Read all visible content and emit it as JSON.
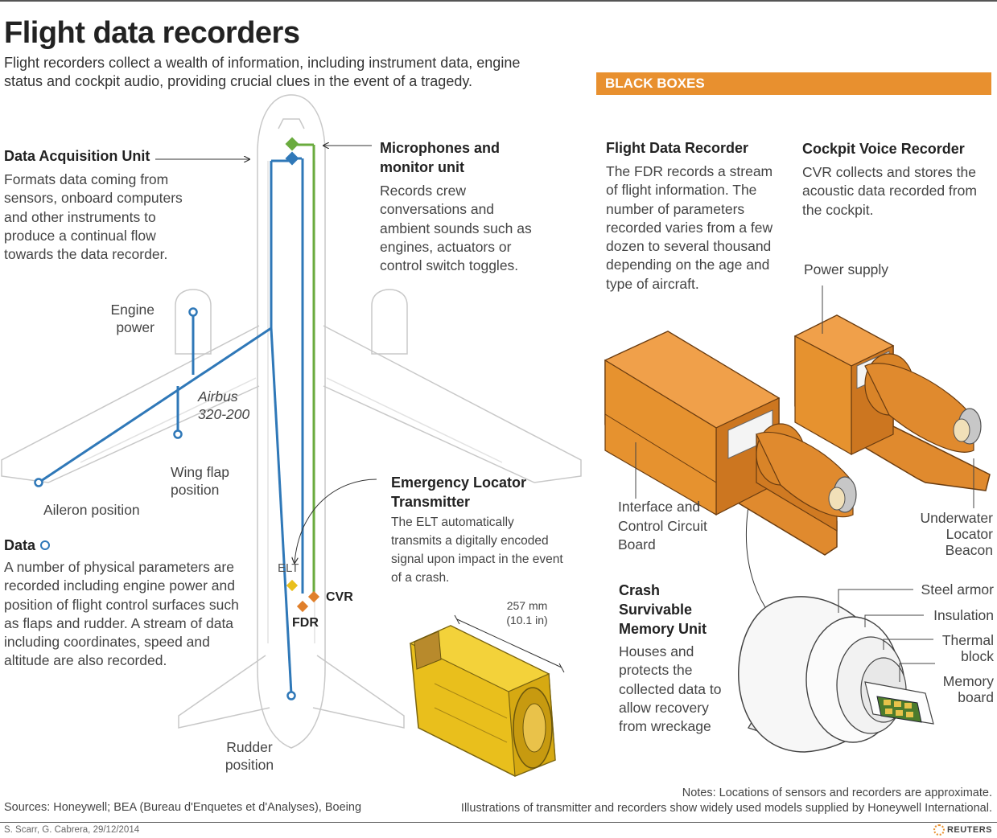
{
  "title": "Flight data recorders",
  "subtitle": "Flight recorders collect a wealth of information, including instrument data, engine status and cockpit audio, providing crucial clues in the event of a tragedy.",
  "banner": "BLACK BOXES",
  "dau": {
    "heading": "Data Acquisition Unit",
    "text": "Formats data coming from sensors, onboard computers and other instruments to produce a continual flow towards the data recorder."
  },
  "mic": {
    "heading": "Microphones and monitor unit",
    "text": "Records crew conversations and ambient sounds such as engines, actuators or control switch toggles."
  },
  "data_section": {
    "heading": "Data",
    "text": "A number of physical parameters are recorded including engine power and position of flight control surfaces such as flaps and rudder. A stream of data including coordinates, speed and altitude are also recorded."
  },
  "elt": {
    "heading": "Emergency Locator Transmitter",
    "text": "The ELT automatically transmits a digitally encoded signal upon impact in the event of a crash.",
    "dimension_mm": "257 mm",
    "dimension_in": "(10.1 in)"
  },
  "plane_labels": {
    "engine_power": "Engine power",
    "airbus": "Airbus 320-200",
    "wing_flap": "Wing flap position",
    "aileron": "Aileron position",
    "rudder": "Rudder position",
    "elt": "ELT",
    "cvr": "CVR",
    "fdr": "FDR"
  },
  "fdr": {
    "heading": "Flight Data Recorder",
    "text": "The FDR records a stream of flight information. The number of parameters recorded varies from a few dozen to several thousand depending on the age and type of aircraft."
  },
  "cvr": {
    "heading": "Cockpit Voice Recorder",
    "text": "CVR collects and stores the acoustic data recorded from the cockpit."
  },
  "recorder_labels": {
    "power_supply": "Power supply",
    "interface": "Interface and Control Circuit Board",
    "ulb": "Underwater Locator Beacon"
  },
  "csmu": {
    "heading": "Crash Survivable Memory Unit",
    "text": "Houses and protects the collected data to allow recovery from wreckage",
    "steel": "Steel armor",
    "insulation": "Insulation",
    "thermal": "Thermal block",
    "memory": "Memory board"
  },
  "notes_line1": "Notes: Locations of sensors and recorders are approximate.",
  "notes_line2": "Illustrations of transmitter and recorders show widely used models supplied by Honeywell International.",
  "sources": "Sources: Honeywell; BEA (Bureau d'Enquetes et d'Analyses), Boeing",
  "credit": "S. Scarr, G. Cabrera, 29/12/2014",
  "reuters": "REUTERS",
  "colors": {
    "orange": "#e8902f",
    "data_blue": "#2f78b8",
    "mic_green": "#6aab3e",
    "elt_yellow": "#e9bf1c",
    "recorder_orange": "#e08a2e"
  }
}
